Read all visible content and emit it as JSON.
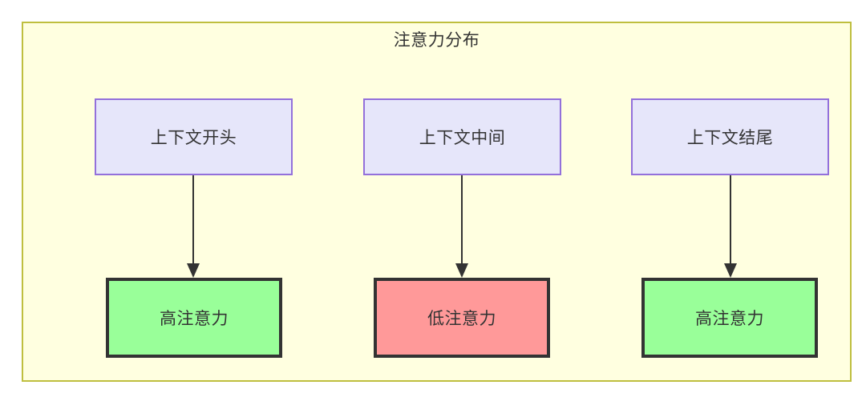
{
  "diagram": {
    "title": "注意力分布",
    "container": {
      "fill": "#ffffe0",
      "stroke": "#bfbf3f"
    },
    "context_nodes": [
      {
        "id": "context-start",
        "label": "上下文开头",
        "fill": "#e6e6fa",
        "stroke": "#9370db"
      },
      {
        "id": "context-middle",
        "label": "上下文中间",
        "fill": "#e6e6fa",
        "stroke": "#9370db"
      },
      {
        "id": "context-end",
        "label": "上下文结尾",
        "fill": "#e6e6fa",
        "stroke": "#9370db"
      }
    ],
    "attention_nodes": [
      {
        "id": "attention-high-start",
        "label": "高注意力",
        "fill": "#99ff99",
        "stroke": "#333333",
        "level": "high"
      },
      {
        "id": "attention-low-middle",
        "label": "低注意力",
        "fill": "#ff9999",
        "stroke": "#333333",
        "level": "low"
      },
      {
        "id": "attention-high-end",
        "label": "高注意力",
        "fill": "#99ff99",
        "stroke": "#333333",
        "level": "high"
      }
    ],
    "edges": [
      {
        "from": "context-start",
        "to": "attention-high-start",
        "label": "",
        "arrow": "down"
      },
      {
        "from": "context-middle",
        "to": "attention-low-middle",
        "label": "",
        "arrow": "down"
      },
      {
        "from": "context-end",
        "to": "attention-high-end",
        "label": "",
        "arrow": "down"
      }
    ]
  }
}
